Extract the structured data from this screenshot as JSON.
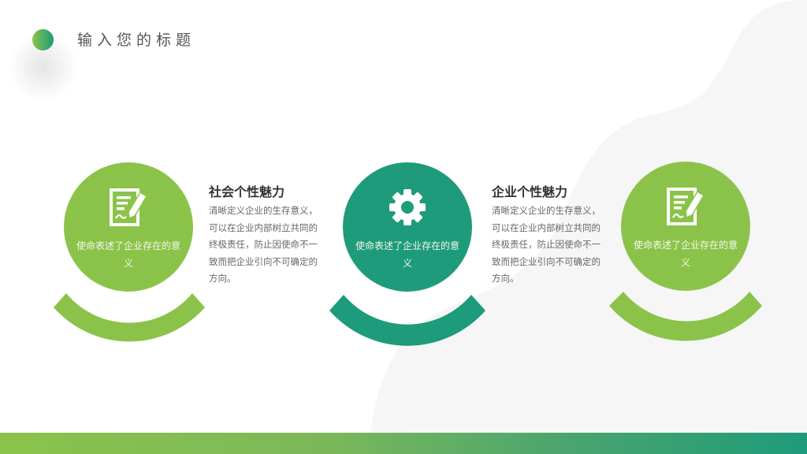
{
  "header": {
    "title": "输入您的标题"
  },
  "colors": {
    "green_light": "#8bc34a",
    "green_teal": "#1e9b7a",
    "background_shape": "#f6f6f6"
  },
  "items": [
    {
      "icon": "document-edit-icon",
      "circle_text": "使命表述了企业存在的意义",
      "color": "#8bc34a"
    },
    {
      "icon": "gear-icon",
      "circle_text": "使命表述了企业存在的意义",
      "color": "#1e9b7a"
    },
    {
      "icon": "document-edit-icon",
      "circle_text": "使命表述了企业存在的意义",
      "color": "#8bc34a"
    }
  ],
  "text_blocks": [
    {
      "heading": "社会个性魅力",
      "description": "清晰定义企业的生存意义，可以在企业内部树立共同的终极责任，防止因使命不一致而把企业引向不可确定的方向。"
    },
    {
      "heading": "企业个性魅力",
      "description": "清晰定义企业的生存意义，可以在企业内部树立共同的终极责任，防止因使命不一致而把企业引向不可确定的方向。"
    }
  ]
}
